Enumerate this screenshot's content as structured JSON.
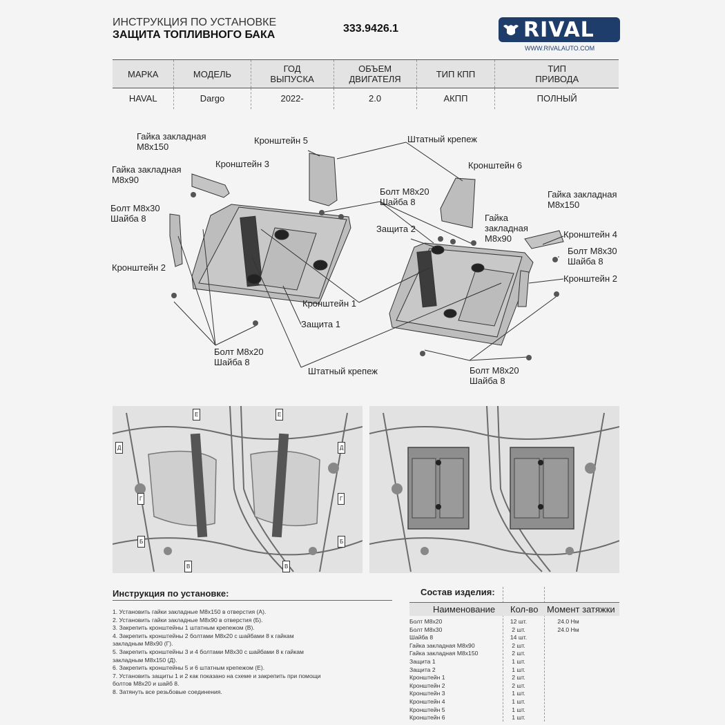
{
  "header": {
    "title_line1": "ИНСТРУКЦИЯ ПО УСТАНОВКЕ",
    "title_line2": "ЗАЩИТА ТОПЛИВНОГО БАКА",
    "code": "333.9426.1",
    "logo_text": "RIVAL",
    "logo_url": "WWW.RIVALAUTO.COM"
  },
  "spec_table": {
    "headers": [
      "МАРКА",
      "МОДЕЛЬ",
      "ГОД ВЫПУСКА",
      "ОБЪЕМ ДВИГАТЕЛЯ",
      "ТИП КПП",
      "ТИП ПРИВОДА"
    ],
    "row": [
      "HAVAL",
      "Dargo",
      "2022-",
      "2.0",
      "АКПП",
      "ПОЛНЫЙ"
    ]
  },
  "diagram_labels": {
    "nut150_left": "Гайка закладная М8х150",
    "nut90_left": "Гайка закладная М8х90",
    "bracket3": "Кронштейн 3",
    "bolt30_left": "Болт М8х30 Шайба 8",
    "bracket5": "Кронштейн 5",
    "std_fastener_top": "Штатный крепеж",
    "bracket6": "Кронштейн 6",
    "bolt20_center": "Болт М8х20 Шайба 8",
    "nut150_right": "Гайка закладная М8х150",
    "nut90_right": "Гайка закладная М8х90",
    "guard2": "Защита 2",
    "bracket4": "Кронштейн 4",
    "bolt30_right": "Болт М8х30 Шайба 8",
    "bracket2_left": "Кронштейн 2",
    "bracket2_right": "Кронштейн 2",
    "bracket1": "Кронштейн 1",
    "guard1": "Защита 1",
    "bolt20_left_bottom": "Болт М8х20 Шайба 8",
    "std_fastener_bottom": "Штатный крепеж",
    "bolt20_right_bottom": "Болт М8х20 Шайба 8"
  },
  "photo_markers": [
    "Е",
    "Д",
    "Г",
    "Б",
    "В",
    "Е",
    "Д",
    "Г",
    "Б",
    "В"
  ],
  "instructions": {
    "title": "Инструкция по установке:",
    "steps": [
      "1. Установить гайки закладные М8х150 в отверстия (А).",
      "2. Установить гайки закладные М8х90 в отверстия (Б).",
      "3. Закрепить кронштейны 1 штатным крепежом (В).",
      "4. Закрепить кронштейны 2 болтами М8х20 с шайбами 8 к гайкам",
      "закладным М8х90 (Г).",
      "5. Закрепить кронштейны 3 и 4 болтами М8х30 с шайбами 8 к гайкам",
      "закладным М8х150 (Д).",
      "6. Закрепить кронштейны 5 и 6 штатным крепежом (Е).",
      "7. Установить защиты 1 и 2 как показано на схеме и закрепить при помощи",
      "болтов М8х20 и шайб 8.",
      "8. Затянуть все резьбовые соединения."
    ]
  },
  "components": {
    "title": "Состав изделия:",
    "headers": [
      "Наименование",
      "Кол-во",
      "Момент затяжки"
    ],
    "rows": [
      {
        "name": "Болт М8х20",
        "qty": "12 шт.",
        "torque": "24.0 Нм"
      },
      {
        "name": "Болт М8х30",
        "qty": "2 шт.",
        "torque": "24.0 Нм"
      },
      {
        "name": "Шайба 8",
        "qty": "14 шт.",
        "torque": ""
      },
      {
        "name": "Гайка закладная М8х90",
        "qty": "2 шт.",
        "torque": ""
      },
      {
        "name": "Гайка закладная М8х150",
        "qty": "2 шт.",
        "torque": ""
      },
      {
        "name": "Защита 1",
        "qty": "1 шт.",
        "torque": ""
      },
      {
        "name": "Защита 2",
        "qty": "1 шт.",
        "torque": ""
      },
      {
        "name": "Кронштейн 1",
        "qty": "2 шт.",
        "torque": ""
      },
      {
        "name": "Кронштейн 2",
        "qty": "2 шт.",
        "torque": ""
      },
      {
        "name": "Кронштейн 3",
        "qty": "1 шт.",
        "torque": ""
      },
      {
        "name": "Кронштейн 4",
        "qty": "1 шт.",
        "torque": ""
      },
      {
        "name": "Кронштейн 5",
        "qty": "1 шт.",
        "torque": ""
      },
      {
        "name": "Кронштейн 6",
        "qty": "1 шт.",
        "torque": ""
      }
    ]
  },
  "colors": {
    "brand": "#1f3d6b",
    "background": "#f4f4f4",
    "table_header": "#e3e3e3"
  }
}
